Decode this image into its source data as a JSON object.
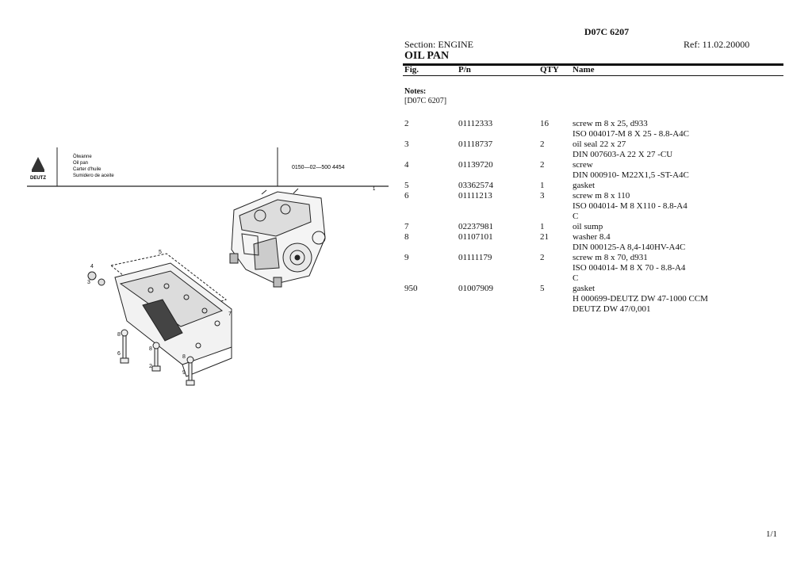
{
  "header": {
    "doc_title": "D07C 6207",
    "section": "Section: ENGINE",
    "ref": "Ref: 11.02.20000",
    "heading": "OIL PAN"
  },
  "columns": {
    "fig": "Fig.",
    "pn": "P/n",
    "qty": "QTY",
    "name": "Name"
  },
  "notes": {
    "label": "Notes:",
    "value": "[D07C 6207]"
  },
  "parts": [
    {
      "fig": "2",
      "pn": "01112333",
      "qty": "16",
      "name": [
        "screw m 8 x 25, d933",
        "ISO 004017-M 8 X 25 - 8.8-A4C"
      ]
    },
    {
      "fig": "3",
      "pn": "01118737",
      "qty": "2",
      "name": [
        "oil seal 22 x 27",
        "DIN 007603-A 22 X 27 -CU"
      ]
    },
    {
      "fig": "4",
      "pn": "01139720",
      "qty": "2",
      "name": [
        "screw",
        "DIN 000910- M22X1,5 -ST-A4C"
      ]
    },
    {
      "fig": "5",
      "pn": "03362574",
      "qty": "1",
      "name": [
        "gasket"
      ]
    },
    {
      "fig": "6",
      "pn": "01111213",
      "qty": "3",
      "name": [
        "screw m 8 x 110",
        "ISO 004014- M 8 X110 - 8.8-A4",
        "C"
      ]
    },
    {
      "fig": "7",
      "pn": "02237981",
      "qty": "1",
      "name": [
        "oil sump"
      ]
    },
    {
      "fig": "8",
      "pn": "01107101",
      "qty": "21",
      "name": [
        "washer 8.4",
        "DIN 000125-A 8,4-140HV-A4C"
      ]
    },
    {
      "fig": "9",
      "pn": "01111179",
      "qty": "2",
      "name": [
        "screw m 8 x 70, d931",
        "ISO 004014- M 8 X 70 - 8.8-A4",
        "C"
      ]
    },
    {
      "fig": "950",
      "pn": "01007909",
      "qty": "5",
      "name": [
        "gasket",
        "H 000699-DEUTZ DW 47-1000 CCM",
        "DEUTZ DW 47/0,001"
      ]
    }
  ],
  "diagram": {
    "brand": "DEUTZ",
    "titles": [
      "Ölwanne",
      "Oil pan",
      "Carter d'huile",
      "Sumidero de aceite"
    ],
    "code": "0150—02—500 4454",
    "sheet": "1",
    "callouts": [
      "5",
      "4",
      "3",
      "7",
      "8",
      "6",
      "8",
      "2",
      "8",
      "9"
    ]
  },
  "footer": {
    "page": "1/1"
  }
}
